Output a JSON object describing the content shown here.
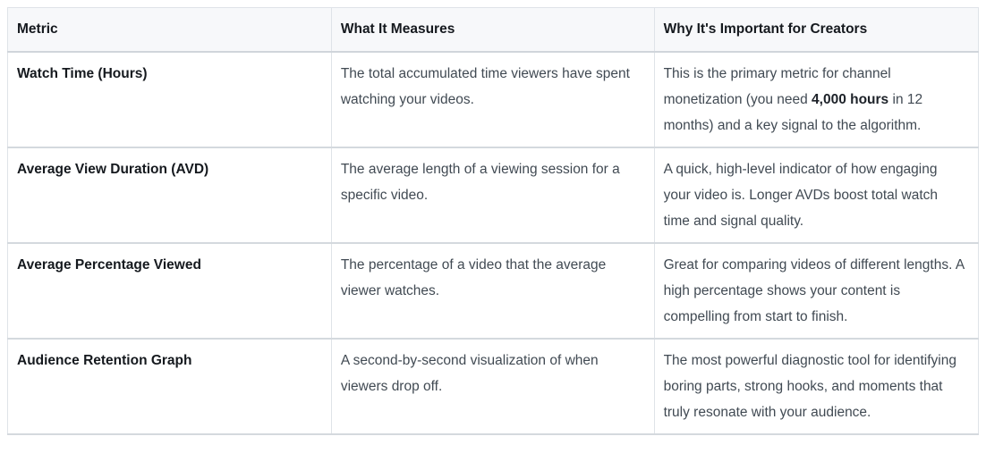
{
  "table": {
    "columns": [
      {
        "label": "Metric"
      },
      {
        "label": "What It Measures"
      },
      {
        "label": "Why It's Important for Creators"
      }
    ],
    "rows": [
      {
        "metric": "Watch Time (Hours)",
        "measures": "The total accumulated time viewers have spent watching your videos.",
        "importance": [
          {
            "text": "This is the primary metric for channel monetization (you need "
          },
          {
            "text": "4,000 hours",
            "bold": true
          },
          {
            "text": " in 12 months) and a key signal to the algorithm."
          }
        ]
      },
      {
        "metric": "Average View Duration (AVD)",
        "measures": "The average length of a viewing session for a specific video.",
        "importance": "A quick, high-level indicator of how engaging your video is. Longer AVDs boost total watch time and signal quality."
      },
      {
        "metric": "Average Percentage Viewed",
        "measures": "The percentage of a video that the average viewer watches.",
        "importance": "Great for comparing videos of different lengths. A high percentage shows your content is compelling from start to finish."
      },
      {
        "metric": "Audience Retention Graph",
        "measures": "A second-by-second visualization of when viewers drop off.",
        "importance": "The most powerful diagnostic tool for identifying boring parts, strong hooks, and moments that truly resonate with your audience."
      }
    ]
  },
  "colors": {
    "header_background": "#f7f8fa",
    "border": "#d2d7dd",
    "heading_text": "#15191e",
    "body_text": "#414a53"
  }
}
